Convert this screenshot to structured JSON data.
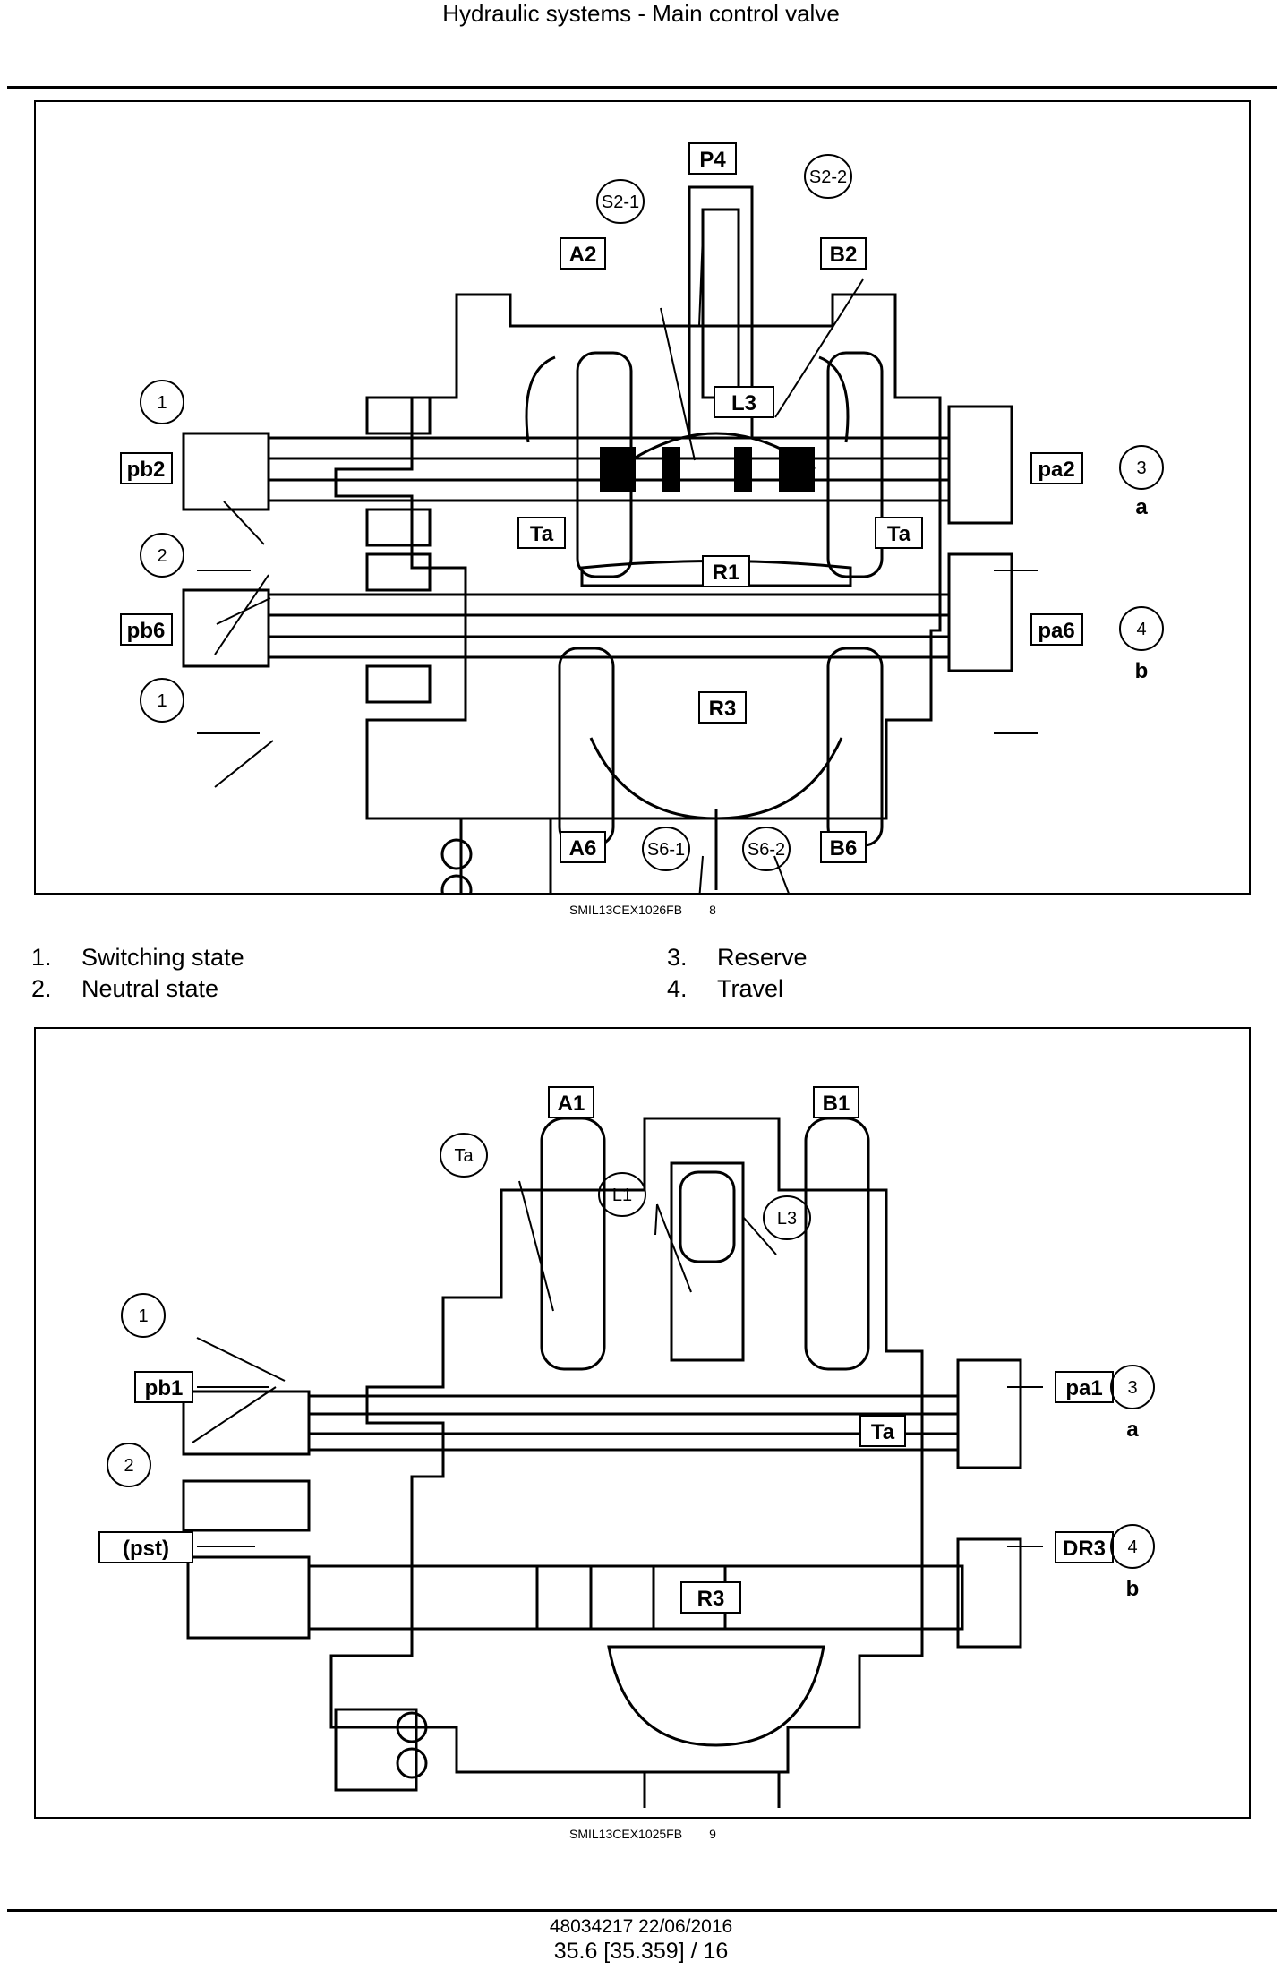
{
  "header": {
    "title": "Hydraulic systems - Main control valve"
  },
  "figure1": {
    "caption_code": "SMIL13CEX1026FB",
    "caption_number": "8",
    "labels": {
      "P4": "P4",
      "S2_1": "S2-1",
      "S2_2": "S2-2",
      "A2": "A2",
      "B2": "B2",
      "L3": "L3",
      "pb2": "pb2",
      "pa2": "pa2",
      "Ta_left": "Ta",
      "Ta_right": "Ta",
      "R1": "R1",
      "pb6": "pb6",
      "pa6": "pa6",
      "R3": "R3",
      "A6": "A6",
      "B6": "B6",
      "S6_1": "S6-1",
      "S6_2": "S6-2",
      "c1_top": "1",
      "c2": "2",
      "c1_bottom": "1",
      "c3": "3",
      "c4": "4",
      "a": "a",
      "b": "b"
    }
  },
  "legend": [
    {
      "num": "1.",
      "text": "Switching state"
    },
    {
      "num": "2.",
      "text": "Neutral state"
    },
    {
      "num": "3.",
      "text": "Reserve"
    },
    {
      "num": "4.",
      "text": "Travel"
    }
  ],
  "figure2": {
    "caption_code": "SMIL13CEX1025FB",
    "caption_number": "9",
    "labels": {
      "A1": "A1",
      "B1": "B1",
      "Ta_top": "Ta",
      "L1": "L1",
      "L3": "L3",
      "pb1": "pb1",
      "pa1": "pa1",
      "Ta_box": "Ta",
      "pst": "(pst)",
      "DR3": "DR3",
      "R3": "R3",
      "c1": "1",
      "c2": "2",
      "c3": "3",
      "c4": "4",
      "a": "a",
      "b": "b"
    }
  },
  "footer": {
    "doc": "48034217 22/06/2016",
    "page": "35.6 [35.359] / 16"
  }
}
